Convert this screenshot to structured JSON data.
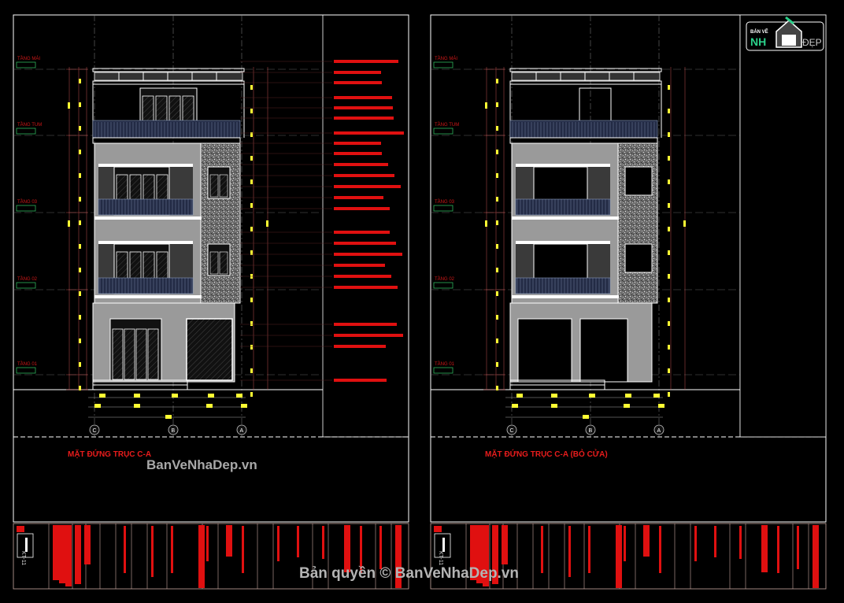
{
  "drawings": [
    {
      "title": "MẶT ĐỨNG TRỤC C-A",
      "axes": [
        "C",
        "B",
        "A"
      ],
      "levels": [
        "TẦNG MÁI",
        "TẦNG TUM",
        "TẦNG 03",
        "TẦNG 02",
        "TẦNG 01"
      ]
    },
    {
      "title": "MẶT ĐỨNG TRỤC C-A (BỎ CỬA)",
      "axes": [
        "C",
        "B",
        "A"
      ],
      "levels": [
        "TẦNG MÁI",
        "TẦNG TUM",
        "TẦNG 03",
        "TẦNG 02",
        "TẦNG 01"
      ]
    }
  ],
  "sheet_number": "KT-11",
  "watermarks": {
    "site": "BanVeNhaDep.vn",
    "copyright": "Bản quyền © BanVeNhaDep.vn"
  },
  "logo": {
    "line1": "BẢN VẼ",
    "line2": "NH",
    "line3": "ĐẸP"
  },
  "colors": {
    "background": "#000000",
    "annotation": "#e01010",
    "dimension": "#ffff33",
    "level_tag": "#2fb25a",
    "facade": "#9a9a9a",
    "frame": "#ffffff"
  }
}
